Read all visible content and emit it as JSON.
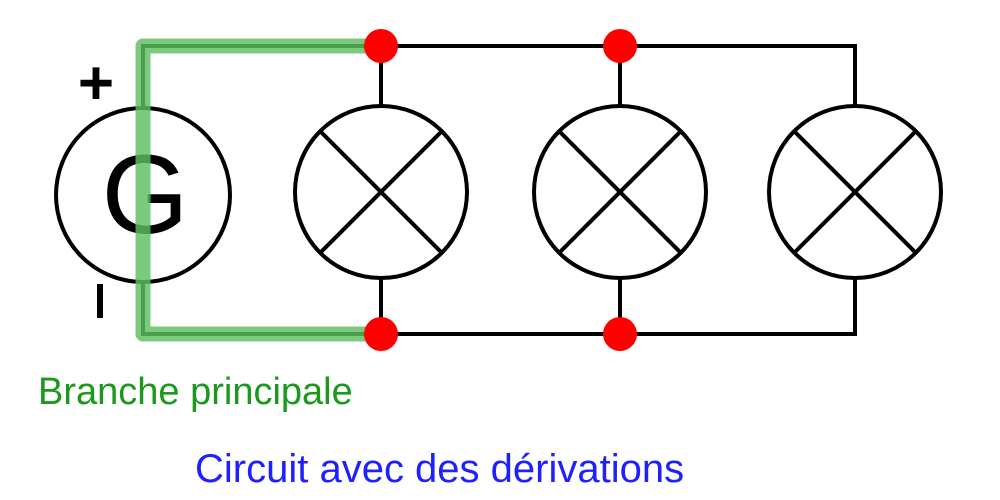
{
  "colors": {
    "background": "#ffffff",
    "wire": "#000000",
    "junction": "#ff0000",
    "main_branch": "#5fbf5f",
    "main_branch_label": "#1a991a",
    "caption": "#2020ff"
  },
  "generator": {
    "letter": "G",
    "positive_terminal": "+",
    "negative_terminal": "I"
  },
  "lamps": [
    {
      "name": "lamp-1"
    },
    {
      "name": "lamp-2"
    },
    {
      "name": "lamp-3"
    }
  ],
  "main_branch": {
    "label": "Branche principale"
  },
  "caption": "Circuit avec des dérivations"
}
